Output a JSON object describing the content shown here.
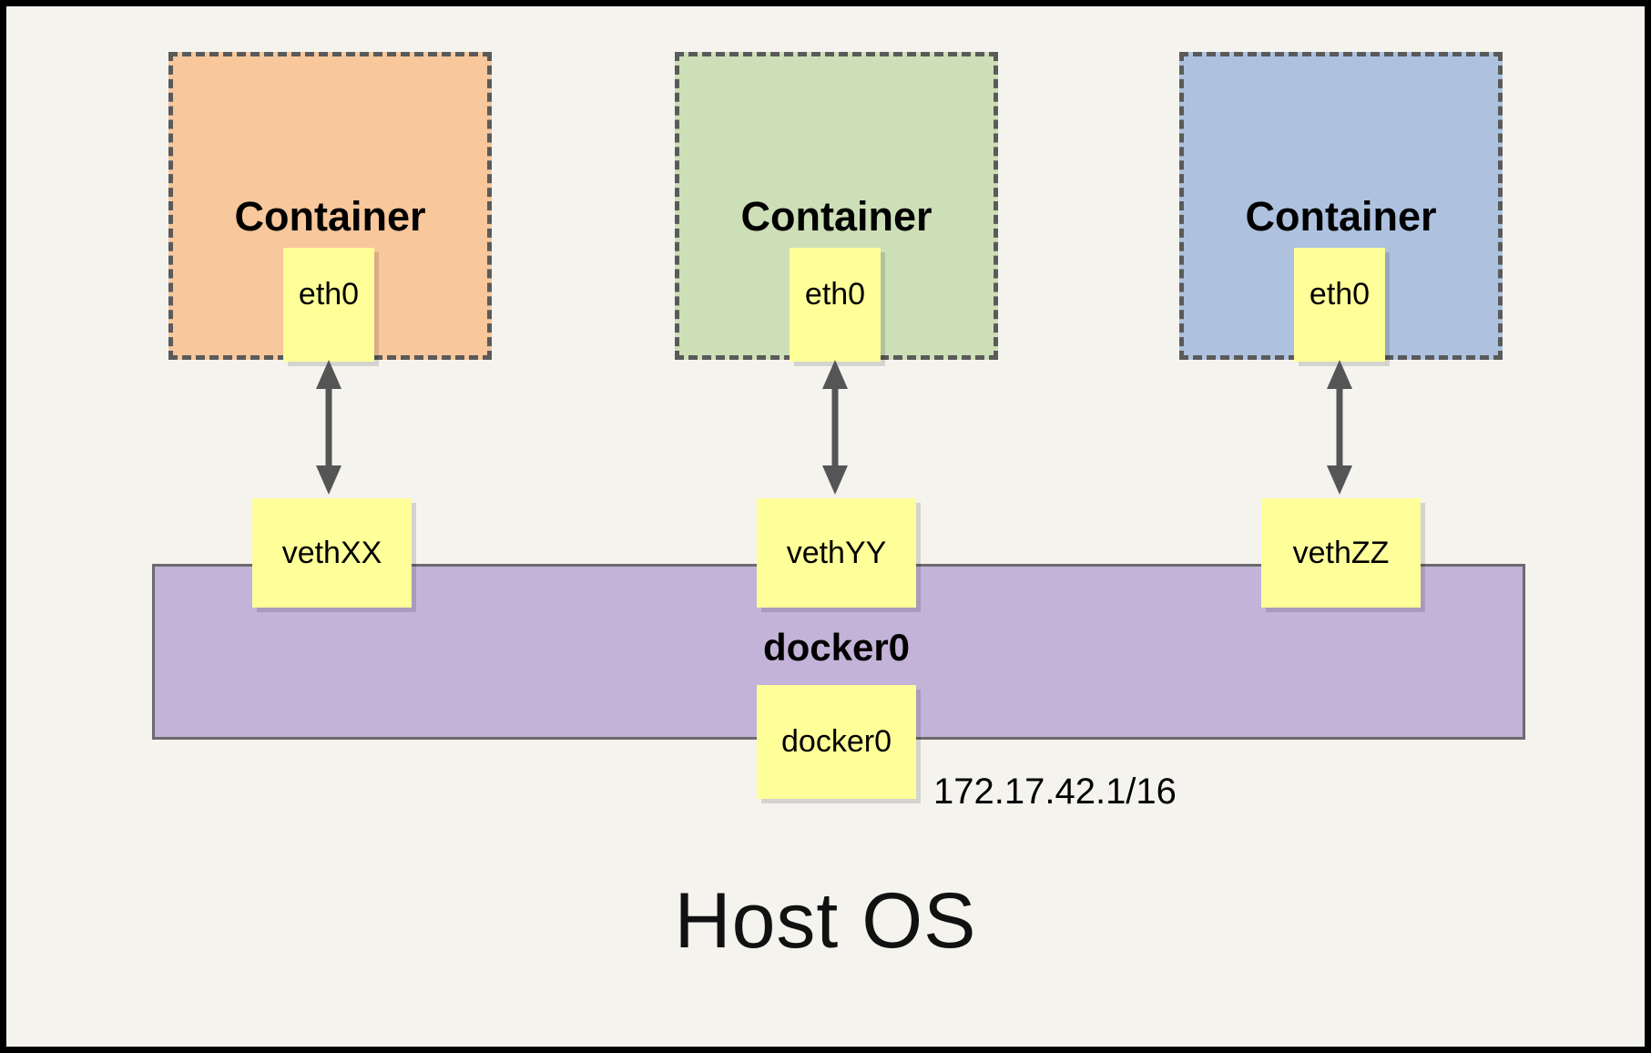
{
  "diagram": {
    "title_bottom": "Host OS",
    "bridge": {
      "name": "docker0",
      "interface_label": "docker0",
      "ip_label": "172.17.42.1/16",
      "color": "#c3b3d8"
    },
    "containers": [
      {
        "label": "Container",
        "interface": "eth0",
        "veth": "vethXX",
        "color": "#f8c79b"
      },
      {
        "label": "Container",
        "interface": "eth0",
        "veth": "vethYY",
        "color": "#cddfb7"
      },
      {
        "label": "Container",
        "interface": "eth0",
        "veth": "vethZZ",
        "color": "#aec2e0"
      }
    ],
    "colors": {
      "background": "#f5f3ee",
      "border": "#000000",
      "note": "#ffff99",
      "arrow": "#555555",
      "dash": "#5a5a5a"
    }
  }
}
